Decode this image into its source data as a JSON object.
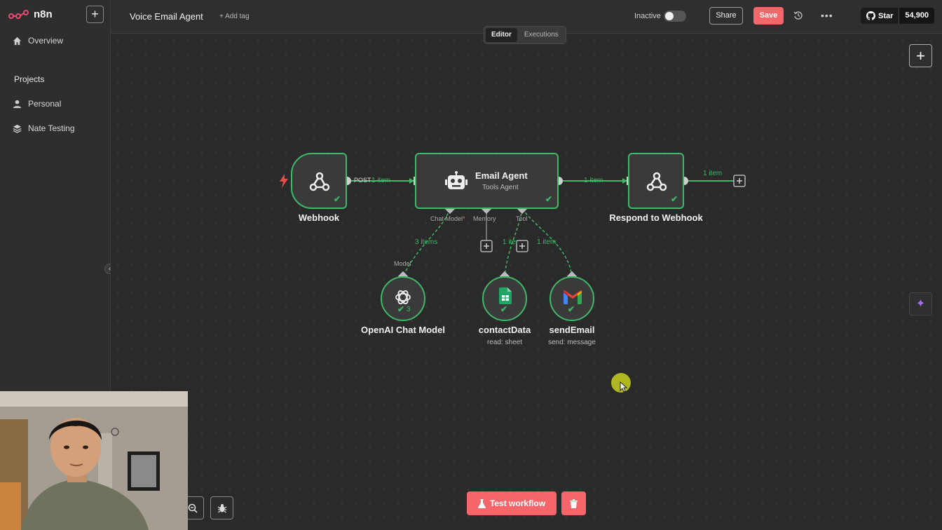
{
  "app": {
    "logo_text": "n8n"
  },
  "sidebar": {
    "items": [
      {
        "label": "Overview",
        "icon": "home-icon"
      }
    ],
    "projects_heading": "Projects",
    "projects": [
      {
        "label": "Personal",
        "icon": "user-icon"
      },
      {
        "label": "Nate Testing",
        "icon": "layers-icon"
      }
    ]
  },
  "header": {
    "workflow_title": "Voice Email Agent",
    "add_tag": "+ Add tag",
    "status_label": "Inactive",
    "active": false,
    "share_label": "Share",
    "save_label": "Save",
    "github_star_label": "Star",
    "github_star_count": "54,900"
  },
  "tabs": [
    {
      "label": "Editor",
      "active": true
    },
    {
      "label": "Executions",
      "active": false
    }
  ],
  "workflow": {
    "nodes": {
      "webhook": {
        "label": "Webhook",
        "port_label": "POST"
      },
      "agent": {
        "label": "Email Agent",
        "sublabel": "Tools Agent",
        "ports": {
          "chat_model": "Chat Model",
          "chat_model_required": "*",
          "memory": "Memory",
          "tool": "Tool"
        }
      },
      "respond": {
        "label": "Respond to Webhook"
      },
      "openai": {
        "label": "OpenAI Chat Model",
        "input_label": "Model",
        "run_count": "3"
      },
      "contact": {
        "label": "contactData",
        "sublabel": "read: sheet"
      },
      "send": {
        "label": "sendEmail",
        "sublabel": "send: message"
      }
    },
    "connections": {
      "webhook_to_agent": "1 item",
      "agent_to_respond": "1 item",
      "respond_out": "1 item",
      "model_to_agent": "3 items",
      "contact_to_agent": "1 item",
      "send_to_agent": "1 item"
    }
  },
  "footer": {
    "test_workflow_label": "Test workflow"
  },
  "colors": {
    "accent": "#f5666a",
    "success": "#3fb868",
    "canvas_bg": "#2a2a2a",
    "ai_accent": "#a76cf5"
  }
}
